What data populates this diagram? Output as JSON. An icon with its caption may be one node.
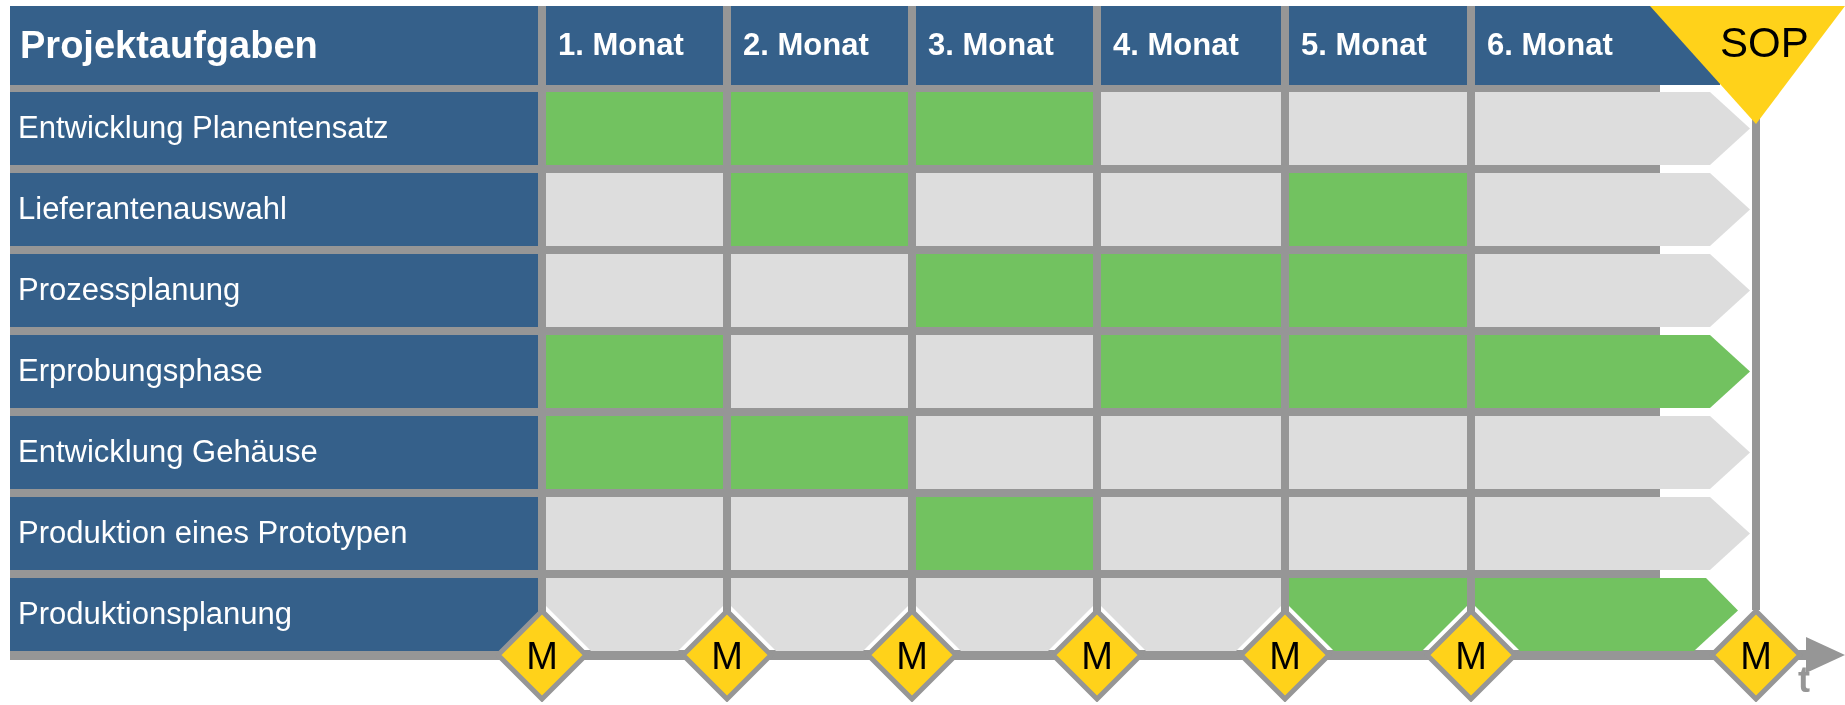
{
  "diagram": {
    "nodes": [
      {
        "text": [
          "Projektaufgaben"
        ]
      },
      {
        "text": [
          "1. Monat"
        ]
      },
      {
        "text": [
          "2. Monat"
        ]
      },
      {
        "text": [
          "3. Monat"
        ]
      },
      {
        "text": [
          "4. Monat"
        ]
      },
      {
        "text": [
          "5. Monat"
        ]
      },
      {
        "text": [
          "6. Monat"
        ]
      },
      {
        "text": [
          "SOP"
        ]
      },
      {
        "text": [
          "Entwicklung Planentensatz"
        ]
      },
      {
        "text": [],
        "shape": "bar"
      },
      {
        "text": [],
        "shape": "bar"
      },
      {
        "text": [],
        "shape": "bar"
      },
      {
        "text": [],
        "shape": "box"
      },
      {
        "text": [],
        "shape": "box"
      },
      {
        "text": [],
        "shape": "box"
      },
      {
        "text": [
          "Lieferantenauswahl"
        ]
      },
      {
        "text": [],
        "shape": "box"
      },
      {
        "text": [],
        "shape": "bar"
      },
      {
        "text": [],
        "shape": "box"
      },
      {
        "text": [],
        "shape": "box"
      },
      {
        "text": [],
        "shape": "bar"
      },
      {
        "text": [],
        "shape": "box"
      },
      {
        "text": [
          "Prozessplanung"
        ]
      },
      {
        "text": [],
        "shape": "box"
      },
      {
        "text": [],
        "shape": "box"
      },
      {
        "text": [],
        "shape": "bar"
      },
      {
        "text": [],
        "shape": "bar"
      },
      {
        "text": [],
        "shape": "bar"
      },
      {
        "text": [],
        "shape": "box"
      },
      {
        "text": [
          "Erprobungsphase"
        ]
      },
      {
        "text": [],
        "shape": "bar"
      },
      {
        "text": [],
        "shape": "box"
      },
      {
        "text": [],
        "shape": "box"
      },
      {
        "text": [],
        "shape": "bar"
      },
      {
        "text": [],
        "shape": "bar"
      },
      {
        "text": [],
        "shape": "bar"
      },
      {
        "text": [
          "Entwicklung Gehäuse"
        ]
      },
      {
        "text": [],
        "shape": "bar"
      },
      {
        "text": [],
        "shape": "bar"
      },
      {
        "text": [],
        "shape": "box"
      },
      {
        "text": [],
        "shape": "box"
      },
      {
        "text": [],
        "shape": "box"
      },
      {
        "text": [],
        "shape": "box"
      },
      {
        "text": [
          "Produktion eines Prototypen"
        ]
      },
      {
        "text": [],
        "shape": "box"
      },
      {
        "text": [],
        "shape": "box"
      },
      {
        "text": [],
        "shape": "bar"
      },
      {
        "text": [],
        "shape": "box"
      },
      {
        "text": [],
        "shape": "box"
      },
      {
        "text": [],
        "shape": "box"
      },
      {
        "text": [
          "Produktionsplanung"
        ]
      },
      {
        "text": [],
        "shape": "box"
      },
      {
        "text": [],
        "shape": "box"
      },
      {
        "text": [],
        "shape": "box"
      },
      {
        "text": [],
        "shape": "box"
      },
      {
        "text": [],
        "shape": "bar"
      },
      {
        "text": [],
        "shape": "bar"
      },
      {
        "text": [
          "M"
        ]
      },
      {
        "text": [
          "M"
        ]
      },
      {
        "text": [
          "M"
        ]
      },
      {
        "text": [
          "M"
        ]
      },
      {
        "text": [
          "M"
        ]
      },
      {
        "text": [
          "M"
        ]
      },
      {
        "text": [
          "M"
        ]
      }
    ],
    "edges": [
      {
        "from": 7,
        "to": 63,
        "arrow": "none"
      }
    ],
    "labels": [
      "t"
    ]
  }
}
